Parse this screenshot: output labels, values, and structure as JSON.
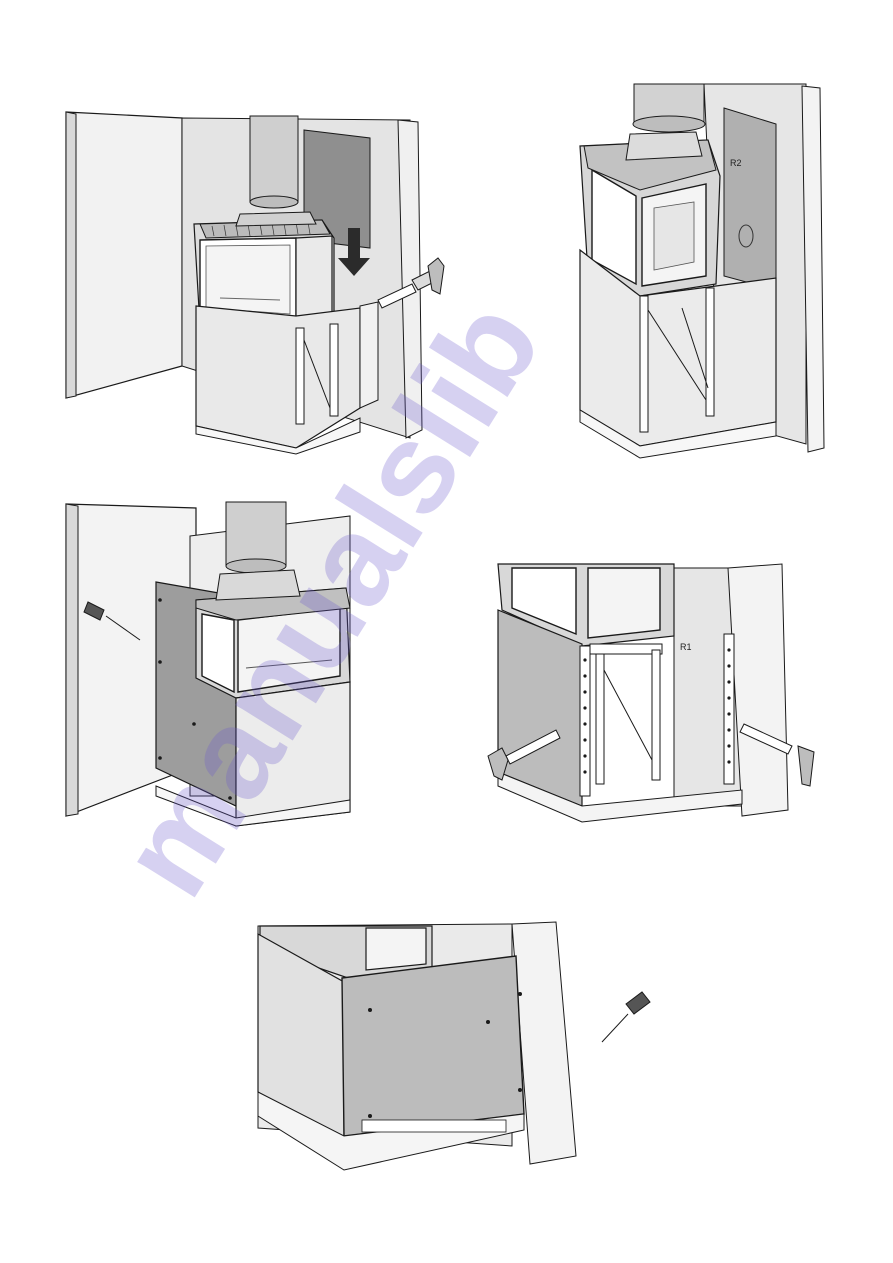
{
  "document": {
    "watermark_text": "manualslib",
    "watermark_color": "#6a5acd",
    "panel_labels": {
      "step2": {
        "top": "R2",
        "bottom": "R1"
      },
      "step4": {
        "right": "R1"
      }
    }
  },
  "colors": {
    "stroke": "#1a1a1a",
    "wall": "#e2e2e2",
    "wall_light": "#f4f4f4",
    "chimney": "#cfcfcf",
    "panel_dark": "#9a9a9a",
    "plinth": "#d8d8d8",
    "arrow": "#2b2b2b"
  }
}
